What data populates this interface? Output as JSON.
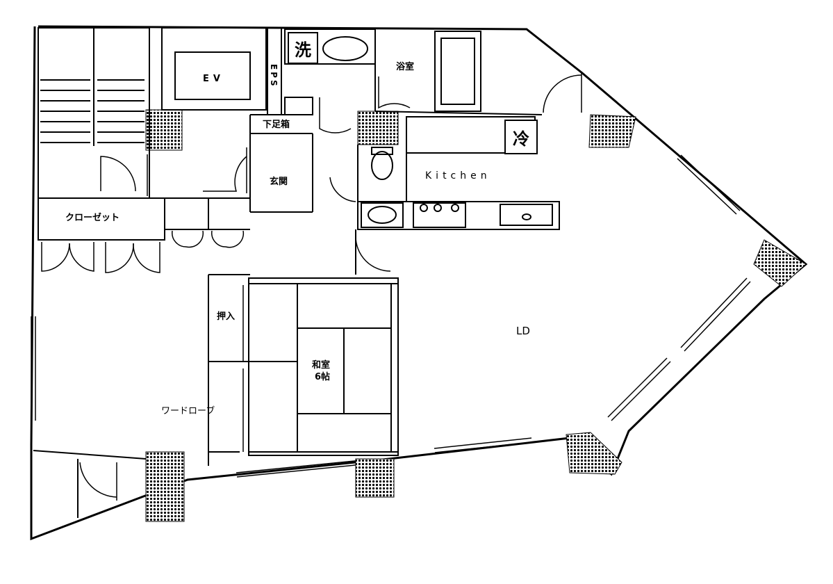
{
  "floor_plan": {
    "rooms": {
      "ev": "EV",
      "eps": "EPS",
      "bathroom": "浴室",
      "washer_symbol": "洗",
      "fridge_symbol": "冷",
      "shoe_box": "下足箱",
      "entrance": "玄関",
      "kitchen": "Kitchen",
      "closet": "クローゼット",
      "oshiire": "押入",
      "washitsu_line1": "和室",
      "washitsu_line2": "6帖",
      "living_dining": "LD",
      "wardrobe": "ワードローブ"
    }
  }
}
